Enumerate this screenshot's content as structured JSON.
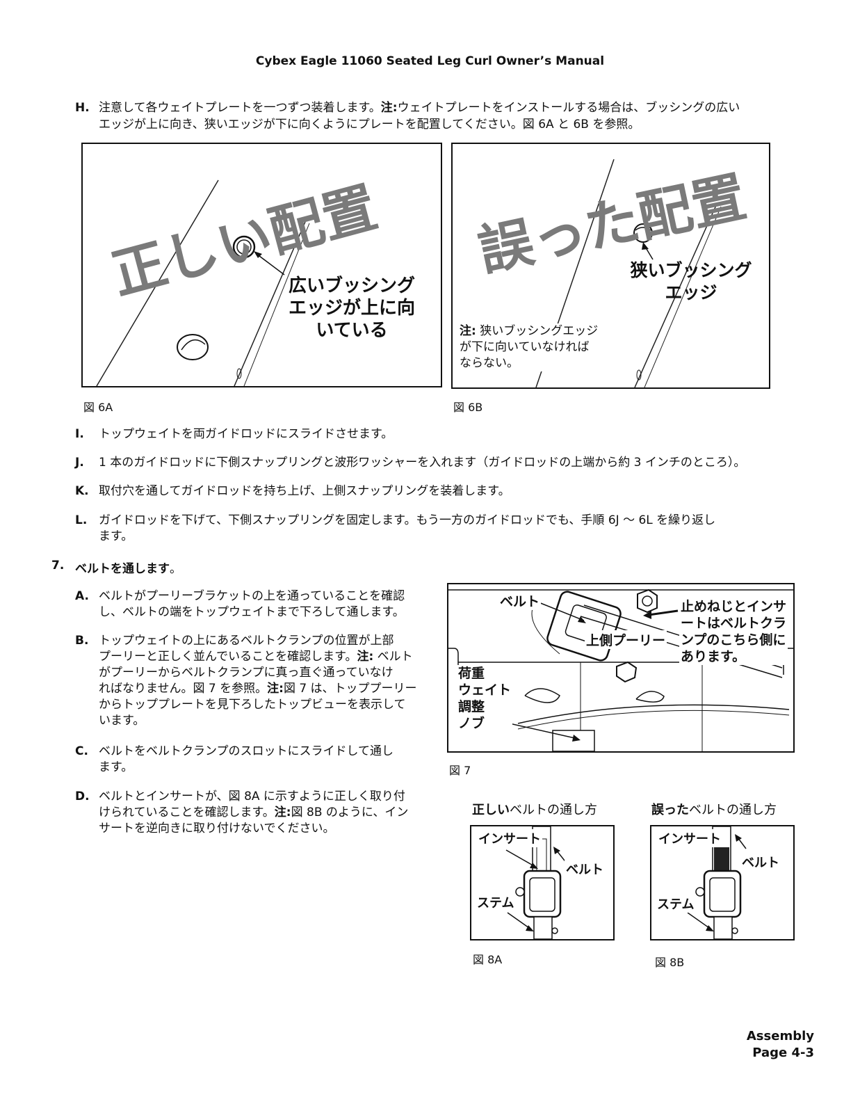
{
  "header": {
    "title": "Cybex Eagle 11060 Seated Leg Curl Owner’s Manual"
  },
  "step_h": {
    "label": "H.",
    "line1_pre": "注意して各ウェイトプレートを一つずつ装着します。",
    "line1_note": "注:",
    "line1_post": "ウェイトプレートをインストールする場合は、ブッシングの広い",
    "line2": "エッジが上に向き、狭いエッジが下に向くようにプレートを配置してください。図 6A と 6B を参照。"
  },
  "fig6a": {
    "watermark": "正しい配置",
    "callout_l1": "広いブッシング",
    "callout_l2": "エッジが上に向",
    "callout_l3": "いている",
    "caption": "図 6A"
  },
  "fig6b": {
    "watermark": "誤った配置",
    "callout_l1": "狭いブッシング",
    "callout_l2": "エッジ",
    "note_bold": "注:",
    "note_l1": " 狭いブッシングエッジ",
    "note_l2": "が下に向いていなければ",
    "note_l3": "ならない。",
    "caption": "図 6B"
  },
  "step_i": {
    "label": "I.",
    "text": "トップウェイトを両ガイドロッドにスライドさせます。"
  },
  "step_j": {
    "label": "J.",
    "text": "1 本のガイドロッドに下側スナップリングと波形ワッシャーを入れます（ガイドロッドの上端から約 3 インチのところ）。"
  },
  "step_k": {
    "label": "K.",
    "text": "取付穴を通してガイドロッドを持ち上げ、上側スナップリングを装着します。"
  },
  "step_l": {
    "label": "L.",
    "line1": "ガイドロッドを下げて、下側スナップリングを固定します。もう一方のガイドロッドでも、手順 6J 〜 6L を繰り返し",
    "line2": "ます。"
  },
  "section7": {
    "number": "7.",
    "title": "ベルトを通します",
    "suffix": "。"
  },
  "step_a": {
    "label": "A.",
    "line1": "ベルトがプーリーブラケットの上を通っていることを確認",
    "line2": "し、ベルトの端をトップウェイトまで下ろして通します。"
  },
  "step_b": {
    "label": "B.",
    "line1": "トップウェイトの上にあるベルトクランプの位置が上部",
    "line2_pre": "プーリーと正しく並んでいることを確認します。",
    "line2_note": "注:",
    "line2_post": " ベルト",
    "line3": "がプーリーからベルトクランプに真っ直ぐ通っていなけ",
    "line4_pre": "ればなりません。図 7 を参照。",
    "line4_note": "注:",
    "line4_post": "図 7 は、トッププーリー",
    "line5": "からトッププレートを見下ろしたトップビューを表示して",
    "line6": "います。"
  },
  "step_c": {
    "label": "C.",
    "line1": "ベルトをベルトクランプのスロットにスライドして通し",
    "line2": "ます。"
  },
  "step_d": {
    "label": "D.",
    "line1": "ベルトとインサートが、図 8A に示すように正しく取り付",
    "line2_pre": "けられていることを確認します。",
    "line2_note": "注:",
    "line2_post": "図 8B のように、イン",
    "line3": "サートを逆向きに取り付けないでください。"
  },
  "fig7": {
    "belt": "ベルト",
    "upper_pulley": "上側プーリー",
    "setscrew_l1": "止めねじとインサ",
    "setscrew_l2": "ートはベルトクラ",
    "setscrew_l3": "ンプのこちら側に",
    "setscrew_l4": "あります。",
    "knob_l1": "荷重",
    "knob_l2": "ウェイト",
    "knob_l3": "調整",
    "knob_l4": "ノブ",
    "caption": "図 7"
  },
  "fig8a": {
    "title_bold": "正しい",
    "title_rest": "ベルトの通し方",
    "insert": "インサート",
    "belt": "ベルト",
    "stem": "ステム",
    "caption": "図 8A"
  },
  "fig8b": {
    "title_bold": "誤った",
    "title_rest": "ベルトの通し方",
    "insert": "インサート",
    "belt": "ベルト",
    "stem": "ステム",
    "caption": "図 8B"
  },
  "footer": {
    "line1": "Assembly",
    "line2": "Page 4-3"
  }
}
